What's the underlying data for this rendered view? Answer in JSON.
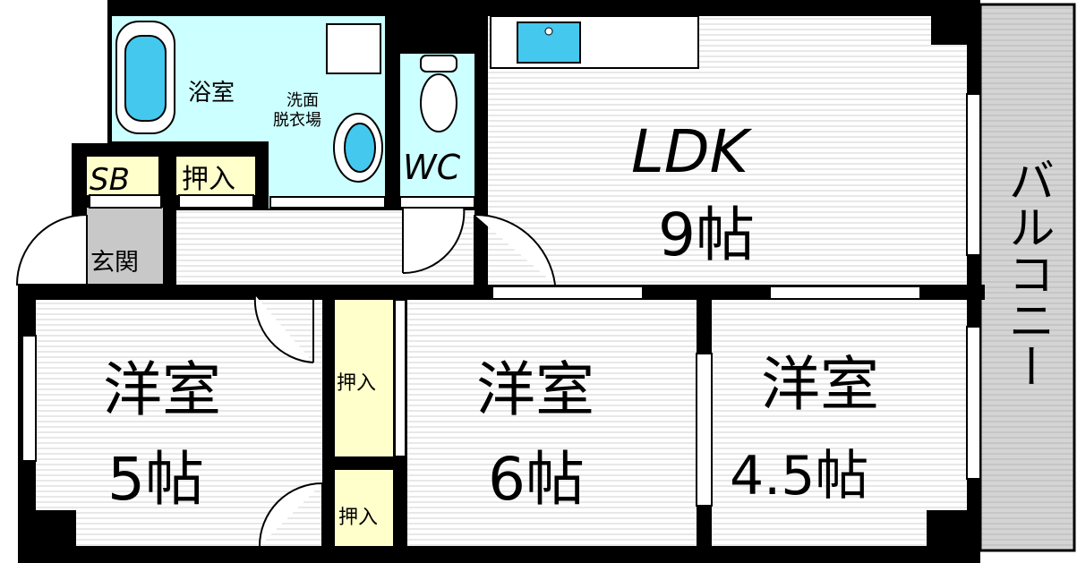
{
  "rooms": {
    "ldk": {
      "name": "LDK",
      "size": "9帖"
    },
    "western_5": {
      "name": "洋室",
      "size": "5帖"
    },
    "western_6": {
      "name": "洋室",
      "size": "6帖"
    },
    "western_45": {
      "name": "洋室",
      "size": "4.5帖"
    },
    "bath": {
      "name": "浴室"
    },
    "washroom": {
      "line1": "洗面",
      "line2": "脱衣場"
    },
    "wc": {
      "name": "WC"
    },
    "sb": {
      "name": "SB"
    },
    "closet_top": {
      "name": "押入"
    },
    "closet_mid": {
      "name": "押入"
    },
    "closet_bottom": {
      "name": "押入"
    },
    "entrance": {
      "name": "玄関"
    },
    "balcony": {
      "name": "バルコニー"
    }
  },
  "colors": {
    "wall": "#000000",
    "floor": "#ffffff",
    "floor_line": "#d0d0d0",
    "closet": "#ffffcc",
    "wet_area": "#ccffff",
    "entrance": "#c8c8c8",
    "balcony": "#cccccc",
    "fixture": "#44c8ee"
  }
}
